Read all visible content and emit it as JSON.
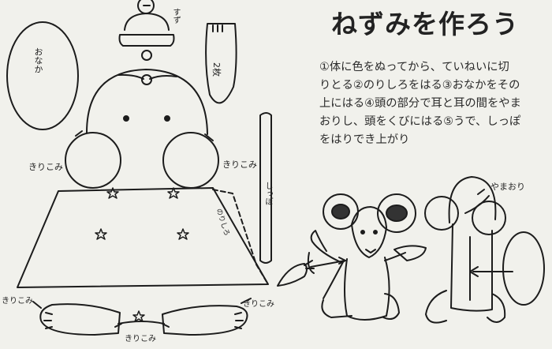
{
  "title": "ねずみを作ろう",
  "instructions": {
    "lines": [
      "①体に色をぬってから、ていねいに切",
      "りとる②のりしろをはる③おなかをその",
      "上にはる④頭の部分で耳と耳の間をやま",
      "おりし、頭をくびにはる⑤うで、しっぽ",
      "をはりでき上がり"
    ]
  },
  "labels": {
    "belly": "おなか",
    "bell_note": "すず",
    "two_pieces": "2枚",
    "cut_left": "きりこみ",
    "cut_right": "きりこみ",
    "glue_margin": "のりしろ",
    "tail": "しっぽ",
    "cut_bottom_left": "きりこみ",
    "cut_bottom_center": "きりこみ",
    "cut_bottom_right": "きりこみ",
    "mountain_fold": "やまおり"
  }
}
